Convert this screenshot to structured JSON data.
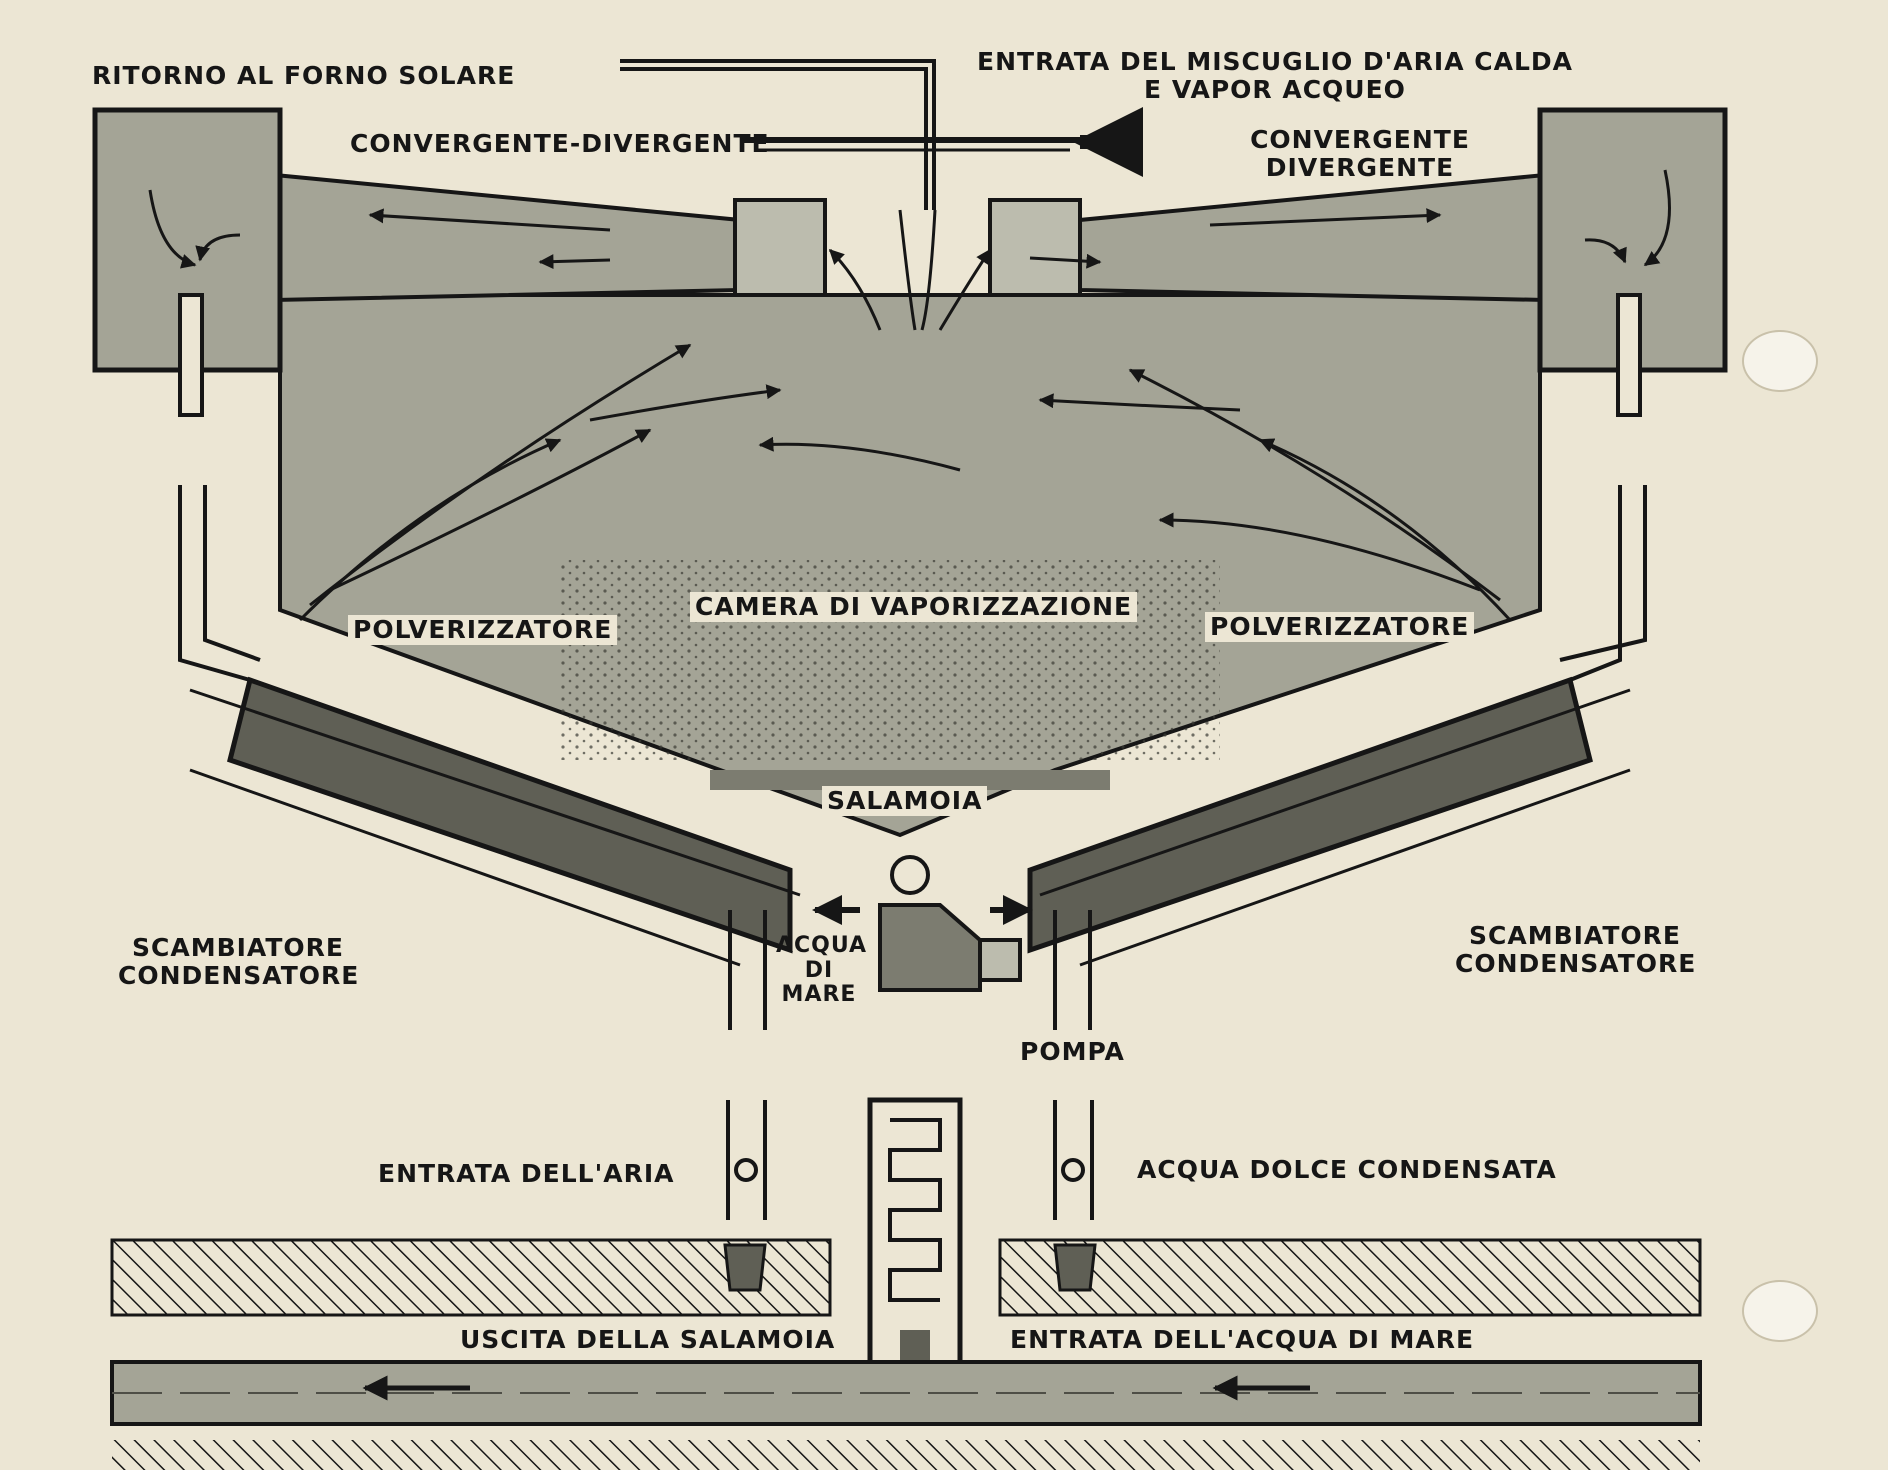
{
  "labels": {
    "return_solar_oven": "RITORNO AL FORNO SOLARE",
    "inlet_line1": "ENTRATA DEL MISCUGLIO D'ARIA CALDA",
    "inlet_line2": "E VAPOR ACQUEO",
    "conv_div_left": "CONVERGENTE-DIVERGENTE",
    "conv_div_right_line1": "CONVERGENTE",
    "conv_div_right_line2": "DIVERGENTE",
    "atomizer_left": "POLVERIZZATORE",
    "vaporization_chamber": "CAMERA DI VAPORIZZAZIONE",
    "atomizer_right": "POLVERIZZATORE",
    "brine": "SALAMOIA",
    "exchanger_left_line1": "SCAMBIATORE",
    "exchanger_left_line2": "CONDENSATORE",
    "exchanger_right_line1": "SCAMBIATORE",
    "exchanger_right_line2": "CONDENSATORE",
    "seawater_line1": "ACQUA",
    "seawater_line2": "DI",
    "seawater_line3": "MARE",
    "pump": "POMPA",
    "air_inlet": "ENTRATA DELL'ARIA",
    "fresh_water": "ACQUA DOLCE CONDENSATA",
    "brine_outlet": "USCITA DELLA SALAMOIA",
    "seawater_inlet": "ENTRATA DELL'ACQUA DI MARE"
  },
  "colors": {
    "paper": "#ece6d4",
    "chamber_fill": "#a4a496",
    "exchanger_fill": "#5f5f55",
    "ink": "#161616"
  }
}
